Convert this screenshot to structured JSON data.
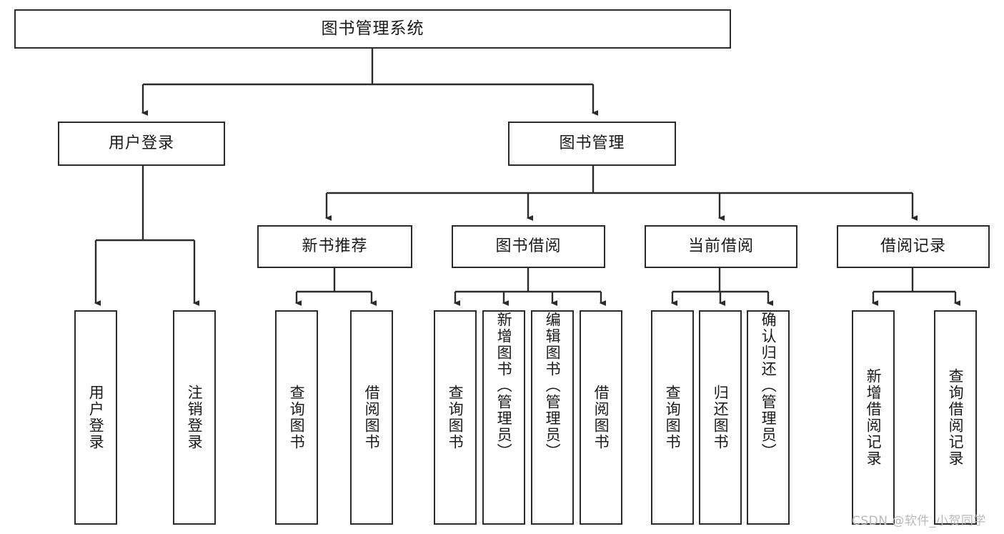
{
  "diagram": {
    "title": "图书管理系统",
    "type": "hierarchy-tree",
    "watermark": "CSDN @软件_小贺同学",
    "colors": {
      "stroke": "#2b2b2b",
      "fill": "#ffffff",
      "text": "#1a1a1a",
      "watermark": "#b9b9b9"
    },
    "levels": {
      "level0": [
        "图书管理系统"
      ],
      "level1": [
        "用户登录",
        "图书管理"
      ],
      "level2": [
        "新书推荐",
        "图书借阅",
        "当前借阅",
        "借阅记录"
      ],
      "level3": [
        "用户登录",
        "注销登录",
        "查询图书",
        "借阅图书",
        "查询图书",
        "新增图书（管理员）",
        "编辑图书（管理员）",
        "借阅图书",
        "查询图书",
        "归还图书",
        "确认归还（管理员）",
        "新增借阅记录",
        "查询借阅记录"
      ]
    },
    "nodes": {
      "root": {
        "label": "图书管理系统"
      },
      "user_login": {
        "label": "用户登录"
      },
      "book_manage": {
        "label": "图书管理"
      },
      "new_book_rec": {
        "label": "新书推荐"
      },
      "book_borrow": {
        "label": "图书借阅"
      },
      "current_borrow": {
        "label": "当前借阅"
      },
      "borrow_record": {
        "label": "借阅记录"
      },
      "leaf_user_login": {
        "label": "用户登录"
      },
      "leaf_logout": {
        "label": "注销登录"
      },
      "leaf_query_book_1": {
        "label": "查询图书"
      },
      "leaf_borrow_book_1": {
        "label": "借阅图书"
      },
      "leaf_query_book_2": {
        "label": "查询图书"
      },
      "leaf_add_book_admin": {
        "label": "新增图书（管理员）"
      },
      "leaf_edit_book_admin": {
        "label": "编辑图书（管理员）"
      },
      "leaf_borrow_book_2": {
        "label": "借阅图书"
      },
      "leaf_query_book_3": {
        "label": "查询图书"
      },
      "leaf_return_book": {
        "label": "归还图书"
      },
      "leaf_confirm_return_admin": {
        "label": "确认归还（管理员）"
      },
      "leaf_add_borrow_record": {
        "label": "新增借阅记录"
      },
      "leaf_query_borrow_record": {
        "label": "查询借阅记录"
      }
    }
  }
}
